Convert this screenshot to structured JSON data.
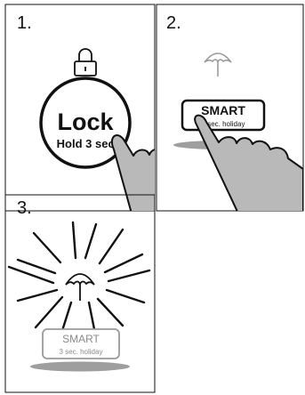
{
  "panels": [
    {
      "number": "1.",
      "button_label": "Lock",
      "button_sublabel": "Hold 3 sec."
    },
    {
      "number": "2.",
      "button_label": "SMART",
      "button_sublabel": "3 sec. holiday"
    },
    {
      "number": "3.",
      "button_label": "SMART",
      "button_sublabel": "3 sec. holiday"
    }
  ],
  "icons": {
    "panel_1": "padlock-icon",
    "panel_2": "umbrella-icon",
    "panel_3": "umbrella-icon"
  },
  "colors": {
    "line": "#111111",
    "faded_line": "#9a9a9a",
    "finger_fill": "#b9b9b9",
    "shadow": "#9e9e9e"
  }
}
